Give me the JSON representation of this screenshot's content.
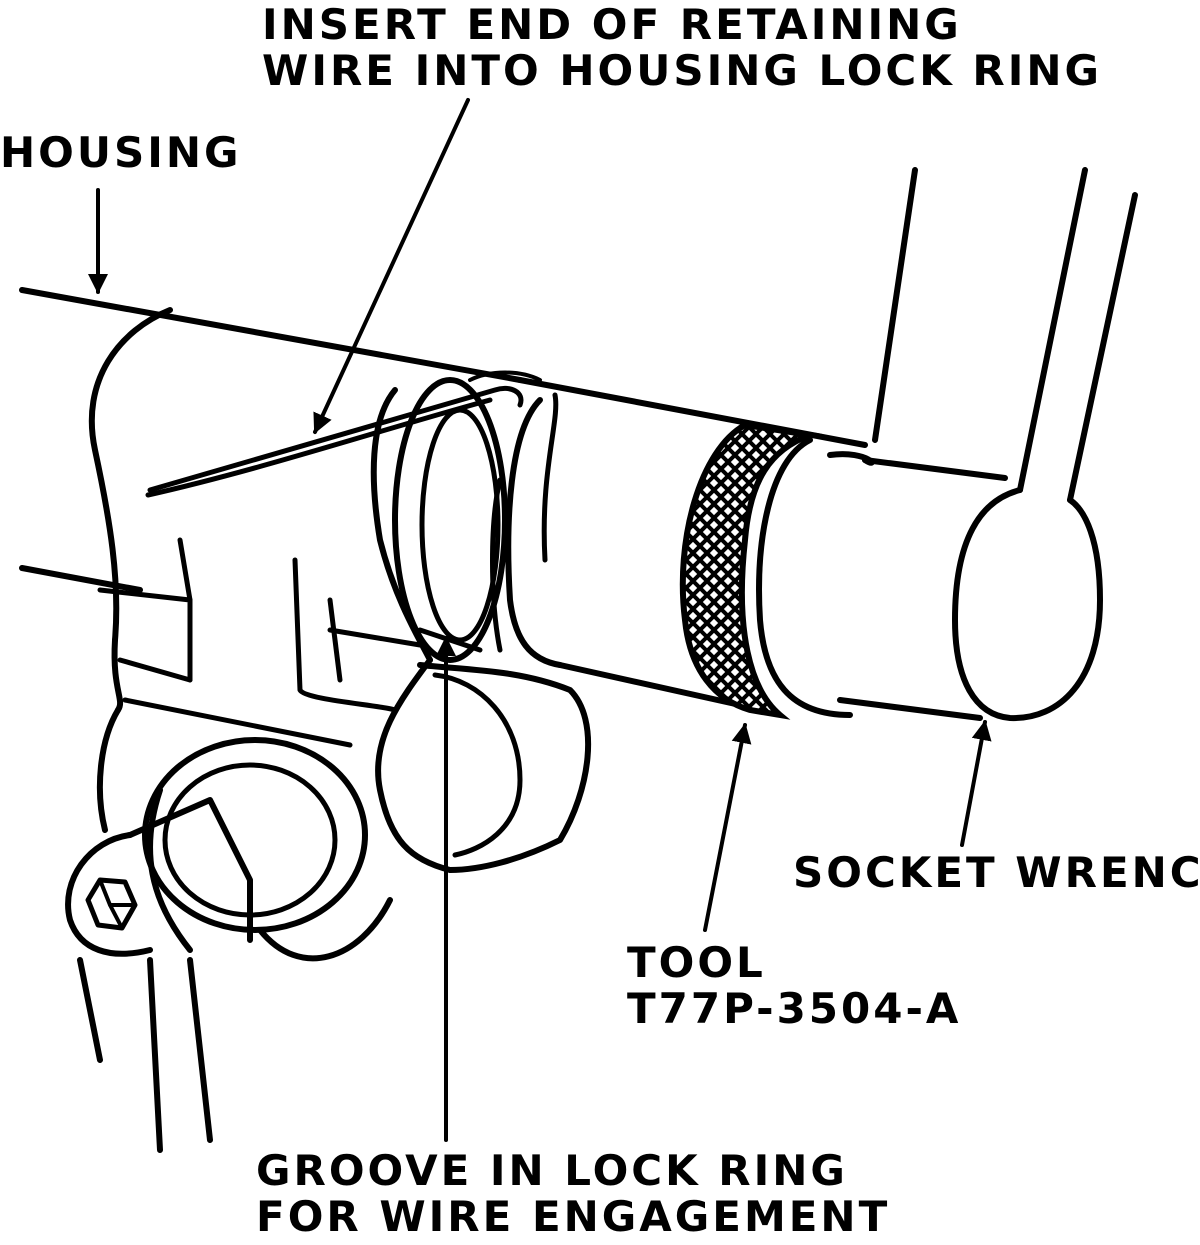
{
  "labels": {
    "insert_wire_line1": "INSERT END OF RETAINING",
    "insert_wire_line2": "WIRE INTO HOUSING LOCK RING",
    "housing": "HOUSING",
    "socket_wrench": "SOCKET WRENCH",
    "tool_line1": "TOOL",
    "tool_line2": "T77P-3504-A",
    "groove_line1": "GROOVE IN LOCK RING",
    "groove_line2": "FOR WIRE ENGAGEMENT"
  },
  "colors": {
    "ink": "#000000",
    "paper": "#ffffff"
  }
}
